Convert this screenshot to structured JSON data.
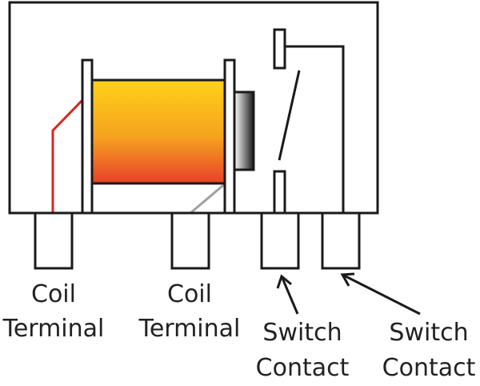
{
  "labels": {
    "coil_terminal_1": [
      "Coil",
      "Terminal"
    ],
    "coil_terminal_2": [
      "Coil",
      "Terminal"
    ],
    "switch_contact_1": [
      "Switch",
      "Contact"
    ],
    "switch_contact_2": [
      "Switch",
      "Contact"
    ]
  },
  "colors": {
    "outline": "#1a1a1a",
    "coil_wire": "#d42a1e",
    "ground_wire": "#a0a0a0",
    "coil_gradient_top": "#ffd21a",
    "coil_gradient_bottom": "#e8402a",
    "armature_light": "#ffffff",
    "armature_dark": "#1a1a1a"
  }
}
